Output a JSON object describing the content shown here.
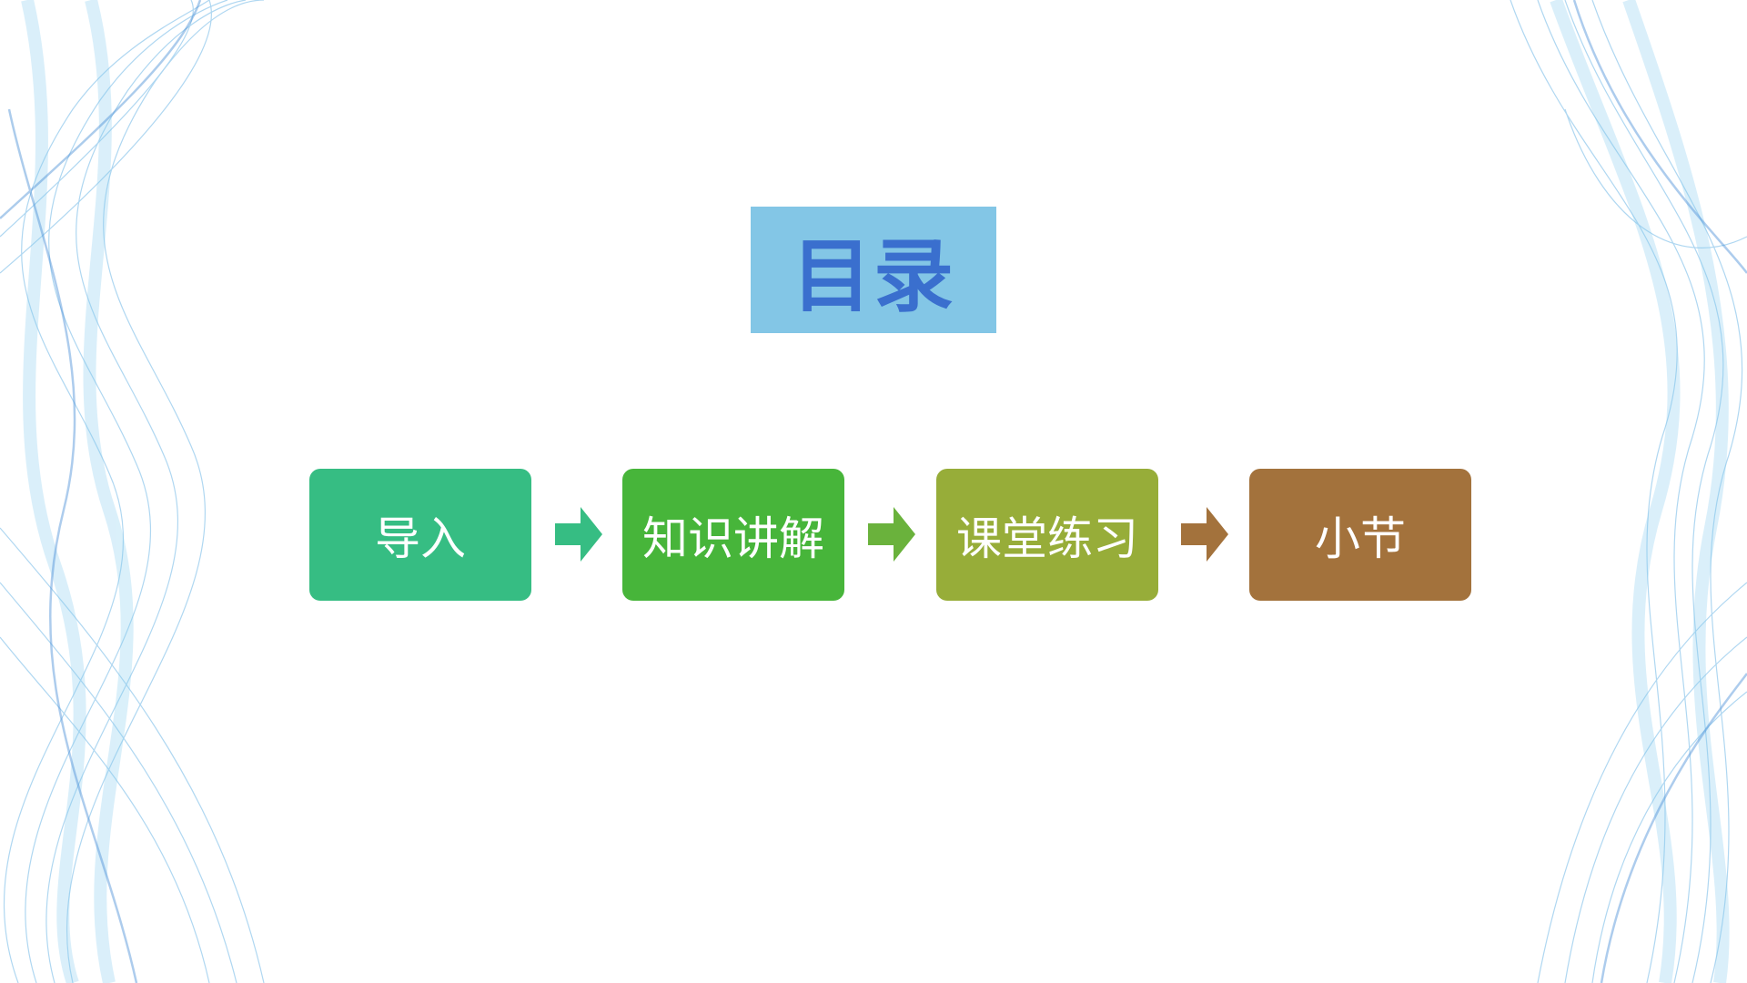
{
  "title": "目录",
  "steps": [
    {
      "label": "导入",
      "color": "#36bd83"
    },
    {
      "label": "知识讲解",
      "color": "#47b53a"
    },
    {
      "label": "课堂练习",
      "color": "#97ad39"
    },
    {
      "label": "小节",
      "color": "#a3723c"
    }
  ],
  "arrows": [
    {
      "icon": "arrow-right-icon",
      "color": "#36bd83"
    },
    {
      "icon": "arrow-right-icon",
      "color": "#6ab23c"
    },
    {
      "icon": "arrow-right-icon",
      "color": "#a3723c"
    }
  ],
  "theme": {
    "title_bg": "#83c6e6",
    "title_color": "#3a6fce",
    "wave_color": "#6fb7e6"
  }
}
